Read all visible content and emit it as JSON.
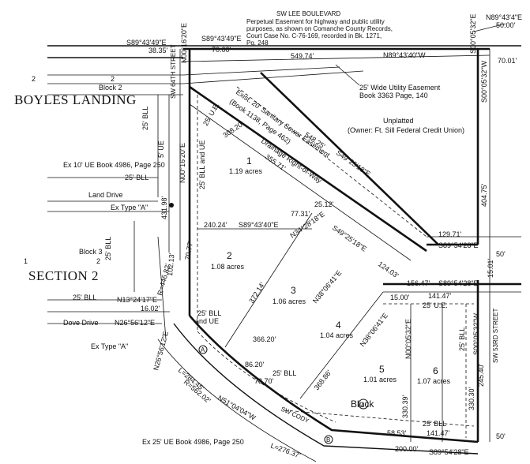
{
  "street_top": "SW LEE BOULEVARD",
  "street_top_note": "Perpetual Easement for highway and public utility",
  "street_top_note2": "purposes, as shown on Comanche County Records,",
  "street_top_note3": "Court Case No. C-76-169, recorded in Bk. 1271,",
  "street_top_note4": "Pg. 248",
  "corner_ne_bearing": "N89°43'4\"E",
  "corner_ne_dist": "50.00'",
  "b_s89_4349": "S89°43'49\"E",
  "b_3835": "38.35'",
  "b_n00_1620": "N00°16'20\"E",
  "b_s89_4349b": "S89°43'49\"E",
  "b_7000": "70.00'",
  "b_5474": "549.74'",
  "b_n89_4340": "N89°43'40\"W",
  "b_s00_0532_top": "S00°05'32\"E",
  "b_7001": "70.01'",
  "block2_num_a": "2",
  "block2_num_b": "2",
  "block2_label": "Block 2",
  "boyles": "BOYLES LANDING",
  "utility_easement": "25' Wide Utility Easement",
  "utility_book": "Book 3363 Page, 140",
  "unplatted": "Unplatted",
  "owner": "(Owner: Ft. Sill Federal Credit Union)",
  "sanitary1": "Exist. 20' Sanitary Sewer Easement",
  "sanitary2": "(Book 1138, Page 462)",
  "b_54825": "548.25'",
  "b_s49_2518": "S49°25'18\"E",
  "bll_25_v": "25' BLL",
  "street_w": "SW 64TH STREET",
  "ue_5": "5' UE",
  "ue_25": "25' U.E.",
  "b_n00_1620b": "N00°16'20\"E",
  "b_30820": "308.20'",
  "drainage": "Drainage Right-of-Way",
  "b_35571": "355.71'",
  "b_s00_0532_right": "S00°05'32\"W",
  "b_40475": "404.75'",
  "ue_book_4986": "Ex 10' UE Book 4986, Page 250",
  "bll_25_w": "25' BLL",
  "lot1_num": "1",
  "lot1_acres": "1.19 acres",
  "land_drive": "Land Drive",
  "ex_type_a_top": "Ex Type \"A\"",
  "b_431": "431.98'",
  "bll_ue_v": "25' BLL and UE",
  "b_24024": "240.24'",
  "b_s89_4340": "S89°43'40\"E",
  "b_7731": "77.31'",
  "b_2512": "25.12'",
  "b_n34_2818": "N34°28'18\"E",
  "b_s49_2518b": "S49°25'18\"E",
  "b_12971": "129.71'",
  "b_s89_5428_r": "S89°54'28\"E",
  "b_50_right": "50'",
  "block3_num_a": "1",
  "block3_label": "Block 3",
  "block3_num_b": "2",
  "bll_25_b3": "25' BLL",
  "b_44482": "R=446.82'",
  "b_10213": "102.13'",
  "b_7077": "70.77'",
  "lot2_num": "2",
  "lot2_acres": "1.08 acres",
  "b_12403": "124.03'",
  "section2": "SECTION 2",
  "b_37214": "372.14'",
  "lot3_num": "3",
  "lot3_acres": "1.06 acres",
  "b_n38_0641a": "N38°06'41\"E",
  "b_15647": "156.47'",
  "b_s89_5428b": "S89°54'28\"E",
  "b_15001": "15.01'",
  "bll_25_s2": "25' BLL",
  "b_n13_2417": "N13°24'17\"E",
  "b_1602": "16.02'",
  "b_14147a": "141.47'",
  "b_1500": "15.00'",
  "ue_25b": "25' U.E.",
  "dove_drive": "Dove Drive",
  "b_n26_5612": "N26°56'12\"E",
  "bll_ue_25": "25' BLL",
  "bll_ue_and": "and UE",
  "lot4_num": "4",
  "lot4_acres": "1.04 acres",
  "b_n38_0641b": "N38°06'41\"E",
  "b_n00_0532": "N00°05'32\"E",
  "bll_25_r": "25' BLL",
  "b_s00_0532_w": "S00°05'32\"W",
  "street_e": "SW 53RD STREET",
  "ex_type_a_bot": "Ex Type \"A\"",
  "point_a": "A",
  "b_n26_5612b": "N26°56'12\"E",
  "b_36620": "366.20'",
  "b_8620": "86.20'",
  "bll_25_c": "25' BLL",
  "b_7370": "73.70'",
  "b_36886": "368.86'",
  "lot5_num": "5",
  "lot5_acres": "1.01 acres",
  "lot6_num": "6",
  "lot6_acres": "1.07 acres",
  "b_33039": "330.39'",
  "b_33030": "330.30'",
  "b_24540": "245.40'",
  "block4_label": "Block",
  "block4_num": "4",
  "curve_l": "L=284.45'",
  "curve_r": "R=562.02'",
  "b_n51_0404": "N51°04'04\"W",
  "b_5853": "58.53'",
  "b_14147b": "141.47'",
  "bll_25_bot": "25' BLL",
  "ue_book_bot": "Ex 25' UE Book 4986, Page 250",
  "curve_l2": "L=276.37'",
  "point_b": "B",
  "b_20000": "200.00'",
  "b_s89_5428_bot": "S89°54'28\"E",
  "b_50_bot": "50'",
  "sw_cody": "SW CODY"
}
